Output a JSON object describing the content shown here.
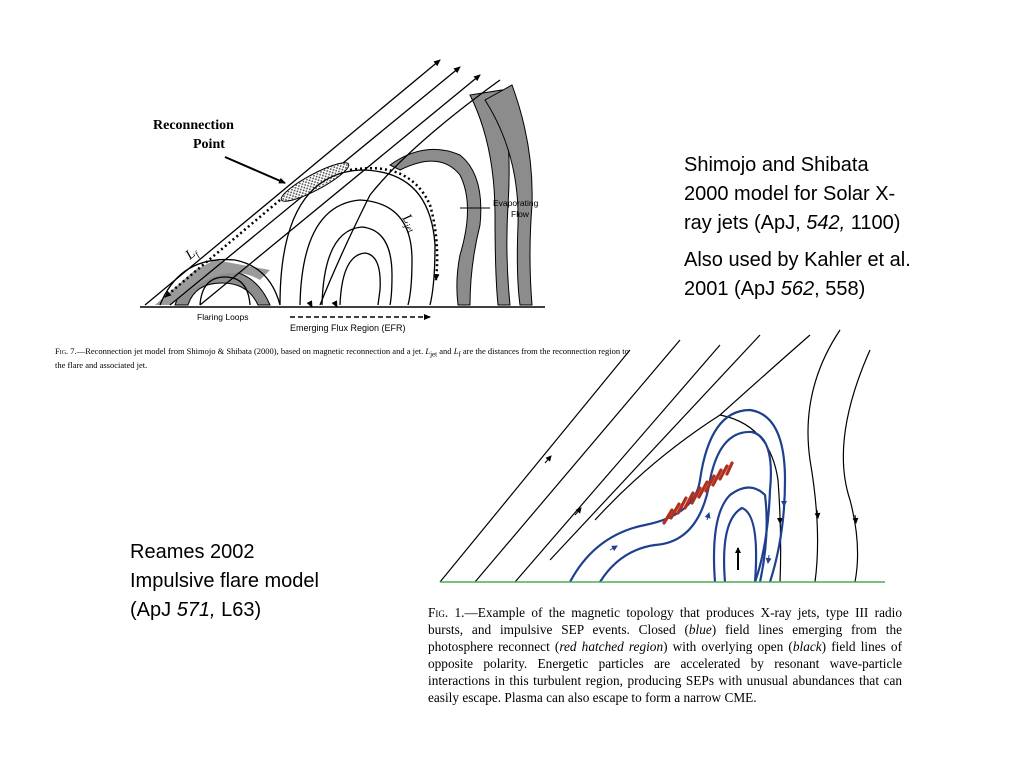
{
  "right_text": {
    "line1": "Shimojo and Shibata",
    "line2": "2000 model for Solar X-",
    "line3_pre": "ray jets (ApJ, ",
    "line3_vol": "542,",
    "line3_post": " 1100)",
    "line4": "Also used by Kahler et al.",
    "line5_pre": "2001 (ApJ ",
    "line5_vol": "562",
    "line5_post": ", 558)"
  },
  "left_text": {
    "line1": "Reames 2002",
    "line2": "Impulsive flare model",
    "line3_pre": "(ApJ ",
    "line3_vol": "571,",
    "line3_post": " L63)"
  },
  "fig7": {
    "reconnection_label_1": "Reconnection",
    "reconnection_label_2": "Point",
    "evaporating_1": "Evaporating",
    "evaporating_2": "Flow",
    "flaring_loops": "Flaring Loops",
    "efr": "Emerging Flux Region (EFR)",
    "l_jet": "L",
    "l_jet_sub": "jet",
    "l_f": "L",
    "l_f_sub": "f",
    "caption_fig": "Fig. 7.",
    "caption_a": "—Reconnection jet model from Shimojo & Shibata (2000), based on magnetic reconnection and a jet. ",
    "caption_ljet": "L",
    "caption_ljet_sub": "jet",
    "caption_and": " and ",
    "caption_lf": "L",
    "caption_lf_sub": "f",
    "caption_b": " are the distances from the reconnection region to the flare and associated jet."
  },
  "fig1": {
    "caption_fig": "Fig. 1.",
    "caption_a": "—Example of the magnetic topology that produces X-ray jets, type III radio bursts, and impulsive SEP events. Closed (",
    "caption_blue": "blue",
    "caption_b": ") field lines emerging from the photosphere reconnect (",
    "caption_red": "red hatched region",
    "caption_c": ") with overlying open (",
    "caption_black": "black",
    "caption_d": ") field lines of opposite polarity. Energetic particles are accelerated by resonant wave-particle interactions in this turbulent region, producing SEPs with unusual abundances that can easily escape. Plasma can also escape to form a narrow CME."
  },
  "colors": {
    "closed_field": "#1f3f8f",
    "open_field": "#000000",
    "hatch": "#b03020",
    "photosphere": "#4caf50",
    "shaded": "#8c8c8c"
  }
}
